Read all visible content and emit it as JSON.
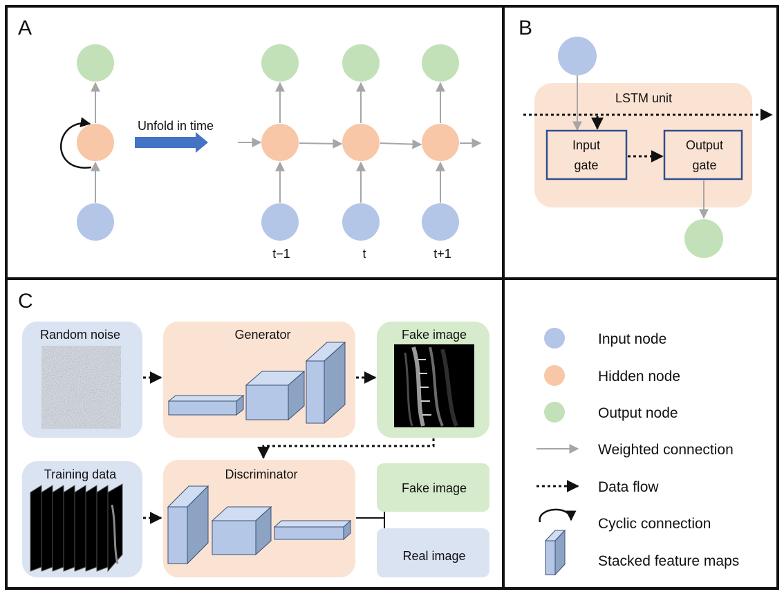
{
  "colors": {
    "input_node": "#b3c6e8",
    "hidden_node": "#f7c7a7",
    "output_node": "#c3e1b8",
    "orange_panel": "#fbe3d3",
    "blue_panel": "#dae3f2",
    "green_panel": "#d5ebcb",
    "block_face": "#b4c7e7",
    "block_top": "#cfdcf1",
    "block_side": "#8da3c4",
    "unfold_arrow": "#4472c4",
    "gate_border": "#2f4f8f",
    "grey_arrow": "#a6a6a6"
  },
  "panel_a": {
    "letter": "A",
    "unfold_label": "Unfold in time",
    "time_labels": [
      "t−1",
      "t",
      "t+1"
    ]
  },
  "panel_b": {
    "letter": "B",
    "lstm_label": "LSTM unit",
    "input_gate": [
      "Input",
      "gate"
    ],
    "output_gate": [
      "Output",
      "gate"
    ]
  },
  "panel_c": {
    "letter": "C",
    "random_noise": "Random noise",
    "generator": "Generator",
    "fake_image_top": "Fake image",
    "training_data": "Training data",
    "discriminator": "Discriminator",
    "fake_image_out": "Fake image",
    "real_image_out": "Real image"
  },
  "legend": {
    "items": [
      {
        "icon": "input-node-icon",
        "label": "Input node"
      },
      {
        "icon": "hidden-node-icon",
        "label": "Hidden node"
      },
      {
        "icon": "output-node-icon",
        "label": "Output node"
      },
      {
        "icon": "weighted-connection-icon",
        "label": "Weighted connection"
      },
      {
        "icon": "data-flow-icon",
        "label": "Data flow"
      },
      {
        "icon": "cyclic-connection-icon",
        "label": "Cyclic connection"
      },
      {
        "icon": "stacked-feature-maps-icon",
        "label": "Stacked feature maps"
      }
    ]
  }
}
